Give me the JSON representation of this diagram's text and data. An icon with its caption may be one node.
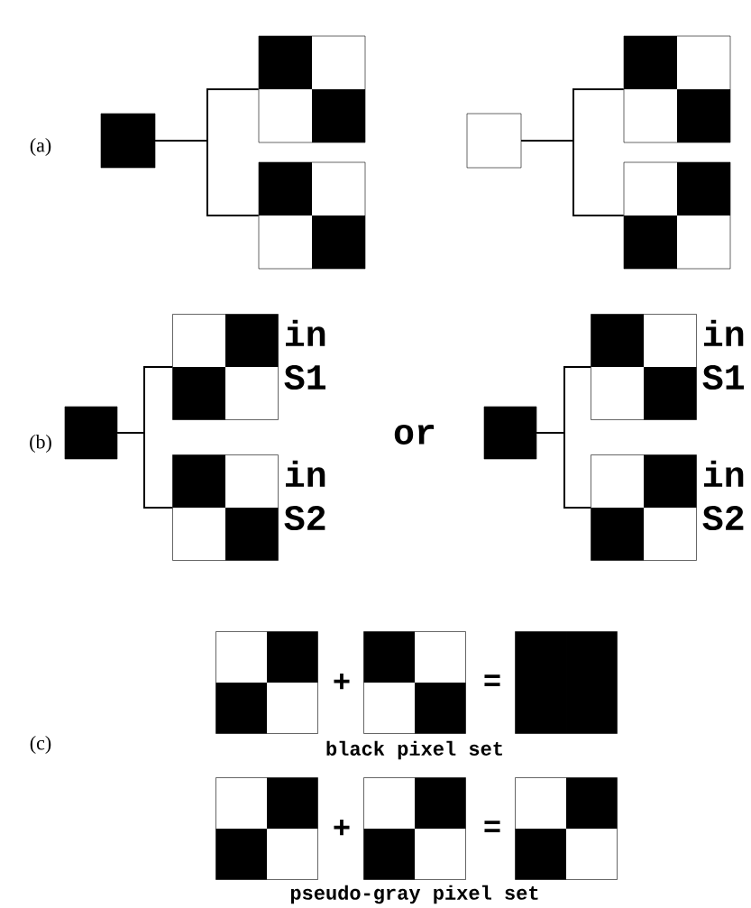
{
  "diagram": {
    "nodes": [
      {
        "text": [],
        "shape": "box"
      },
      {
        "text": [],
        "shape": "box"
      },
      {
        "text": [],
        "shape": "box"
      },
      {
        "text": [],
        "shape": "box"
      },
      {
        "text": [],
        "shape": "box"
      },
      {
        "text": [],
        "shape": "box"
      },
      {
        "text": [],
        "shape": "box"
      },
      {
        "text": [],
        "shape": "box",
        "beside": [
          "in S1"
        ]
      },
      {
        "text": [],
        "shape": "box",
        "beside": [
          "in S2"
        ]
      },
      {
        "text": [],
        "shape": "box"
      },
      {
        "text": [],
        "shape": "box",
        "beside": [
          "in S1"
        ]
      },
      {
        "text": [],
        "shape": "box",
        "beside": [
          "in S2"
        ]
      },
      {
        "text": [],
        "shape": "box"
      },
      {
        "text": [],
        "shape": "box"
      },
      {
        "text": [],
        "shape": "box"
      },
      {
        "text": [],
        "shape": "box"
      },
      {
        "text": [],
        "shape": "box"
      },
      {
        "text": [],
        "shape": "box"
      }
    ],
    "edges": [
      {
        "from": 0,
        "to": 1,
        "arrow": "none"
      },
      {
        "from": 0,
        "to": 2,
        "arrow": "none"
      },
      {
        "from": 3,
        "to": 4,
        "arrow": "none"
      },
      {
        "from": 3,
        "to": 5,
        "arrow": "none"
      },
      {
        "from": 6,
        "to": 7,
        "arrow": "none"
      },
      {
        "from": 6,
        "to": 8,
        "arrow": "none"
      },
      {
        "from": 9,
        "to": 10,
        "arrow": "none"
      },
      {
        "from": 9,
        "to": 11,
        "arrow": "none"
      }
    ],
    "labels": [
      "(a)",
      "(b)",
      "or",
      "(c)",
      "+",
      "=",
      "black pixel set",
      "+",
      "=",
      "pseudo-gray pixel set"
    ]
  }
}
